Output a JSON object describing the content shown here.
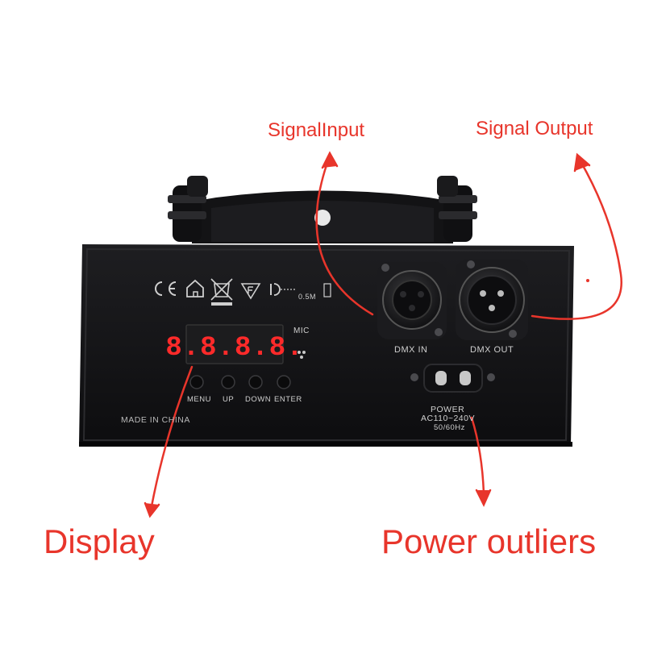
{
  "callouts": {
    "signal_input": "SignalInput",
    "signal_output": "Signal Output",
    "display": "Display",
    "power": "Power outliers"
  },
  "panel": {
    "display_readout": "8.8.8.8.",
    "mic": "MIC",
    "buttons": [
      "MENU",
      "UP",
      "DOWN",
      "ENTER"
    ],
    "made_in": "MADE IN CHINA",
    "dmx_in": "DMX IN",
    "dmx_out": "DMX OUT",
    "power_label": "POWER",
    "power_voltage": "AC110~240V",
    "power_frequency": "50/60Hz",
    "distance_mark": "0.5M",
    "cert_symbols": [
      "CE",
      "house-mark",
      "weee-bin",
      "F-mark",
      "lamp-distance"
    ]
  },
  "colors": {
    "annotation": "#e8352b",
    "housing": "#141416",
    "led": "#ff2a2a",
    "panel_text": "#cfcfcf"
  }
}
